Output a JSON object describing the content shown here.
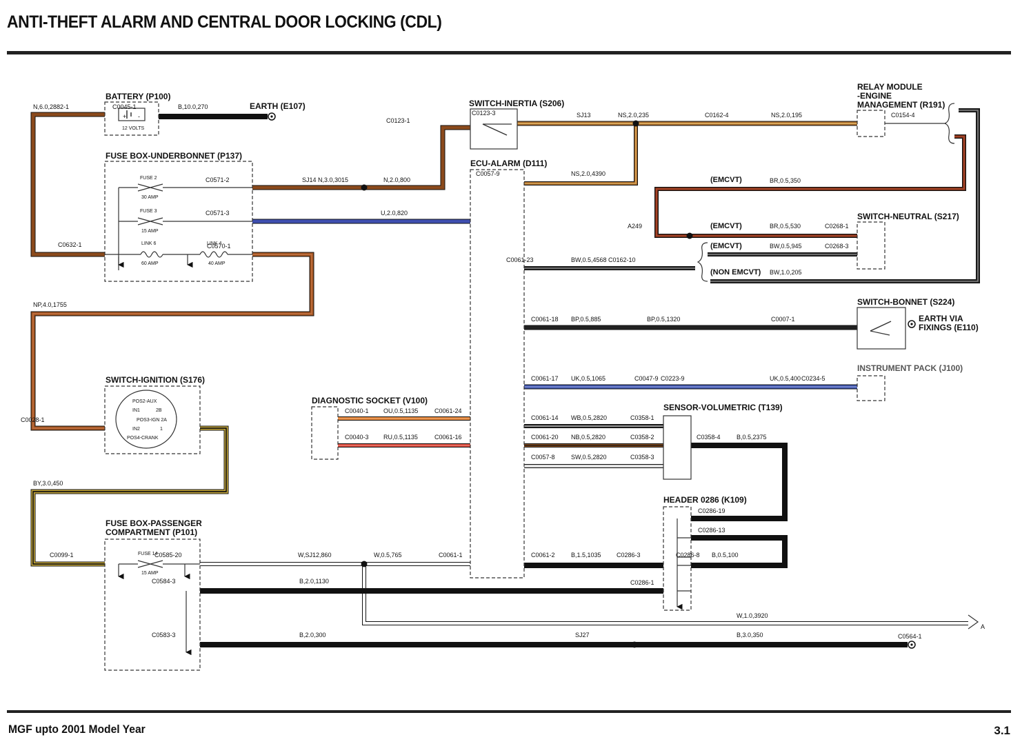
{
  "title": "ANTI-THEFT ALARM AND CENTRAL DOOR LOCKING (CDL)",
  "footer": {
    "model": "MGF upto 2001 Model Year",
    "page": "3.1"
  },
  "colors": {
    "N": "#8b4a1c",
    "NP": "#a0521e",
    "B": "#111111",
    "U": "#3f4fb0",
    "UK": "#3f56b0",
    "NS": "#a86a2a",
    "BR": "#6b2a16",
    "BY": "#c8a93a",
    "OU": "#e0843a",
    "RU": "#d8463a",
    "W": "#ffffff",
    "BW": "#222222",
    "WB": "#222222",
    "NB": "#8a4f22",
    "SW": "#cccccc",
    "BP": "#222222"
  },
  "components": {
    "battery": "BATTERY (P100)",
    "earth_e107": "EARTH (E107)",
    "fuse_underbonnet": "FUSE BOX-UNDERBONNET (P137)",
    "switch_ignition": "SWITCH-IGNITION (S176)",
    "fuse_passenger_1": "FUSE BOX-PASSENGER",
    "fuse_passenger_2": "COMPARTMENT (P101)",
    "diagnostic": "DIAGNOSTIC SOCKET (V100)",
    "switch_inertia": "SWITCH-INERTIA (S206)",
    "ecu_alarm": "ECU-ALARM (D111)",
    "relay_1": "RELAY MODULE",
    "relay_2": "-ENGINE",
    "relay_3": "MANAGEMENT (R191)",
    "switch_neutral": "SWITCH-NEUTRAL (S217)",
    "switch_bonnet": "SWITCH-BONNET (S224)",
    "earth_fixings_1": "EARTH VIA",
    "earth_fixings_2": "FIXINGS (E110)",
    "instrument_pack": "INSTRUMENT PACK (J100)",
    "sensor_volumetric": "SENSOR-VOLUMETRIC (T139)",
    "header_0286": "HEADER 0286 (K109)"
  },
  "labels": {
    "battery_volts": "12 VOLTS",
    "battery_plus": "+",
    "battery_minus": "-",
    "fuse2": "FUSE 2",
    "fuse2_amp": "30 AMP",
    "fuse3": "FUSE 3",
    "fuse3_amp": "15 AMP",
    "link6": "LINK 6",
    "link6_amp": "60 AMP",
    "link4": "LINK 4",
    "link4_amp": "40 AMP",
    "fuse14": "FUSE 14",
    "fuse14_amp": "15 AMP",
    "ign_pos2": "POS2-AUX",
    "ign_in1": "IN1",
    "ign_2b": "2B",
    "ign_pos3": "POS3-IGN 2A",
    "ign_in2": "IN2",
    "ign_1": "1",
    "ign_pos4": "POS4-CRANK",
    "emcvt1": "(EMCVT)",
    "emcvt2": "(EMCVT)",
    "emcvt3": "(EMCVT)",
    "non_emcvt": "(NON EMCVT)",
    "arrow_a": "A"
  },
  "connectors": {
    "c0282_1": "N,6.0,2882-1",
    "c0045_1": "C0045-1",
    "b_10_270": "B,10.0,270",
    "c0123_1": "C0123-1",
    "c0123_3": "C0123-3",
    "sj13": "SJ13",
    "ns_2_235": "NS,2.0,235",
    "c0162_4": "C0162-4",
    "ns_2_195": "NS,2.0,195",
    "c0154_4": "C0154-4",
    "c0571_2": "C0571-2",
    "sj14": "SJ14 N,3.0,3015",
    "n_2_800": "N,2.0,800",
    "c0057_9a": "C0057-9",
    "ns_2_4390": "NS,2.0,4390",
    "c0571_3": "C0571-3",
    "u_2_820": "U,2.0,820",
    "br_05_350": "BR,0.5,350",
    "a249": "A249",
    "br_05_530": "BR,0.5,530",
    "c0268_1": "C0268-1",
    "c0632_1": "C0632-1",
    "c0570_1": "C0570-1",
    "bw_05_945": "BW,0.5,945",
    "c0268_3": "C0268-3",
    "c0061_23": "C0061-23",
    "bw_05_4568": "BW,0.5,4568",
    "c0162_10": "C0162-10",
    "bw_10_205": "BW,1.0,205",
    "np_4_1755": "NP,4.0,1755",
    "c0061_18": "C0061-18",
    "bp_05_885": "BP,0.5,885",
    "bp_05_1320": "BP,0.5,1320",
    "c0007_1": "C0007-1",
    "c0061_17": "C0061-17",
    "uk_05_1065": "UK,0.5,1065",
    "c0047_9": "C0047-9",
    "c0223_9": "C0223-9",
    "uk_05_400": "UK,0.5,400",
    "c0234_5": "C0234-5",
    "c0028_1": "C0028-1",
    "c0040_1": "C0040-1",
    "ou_05_1135": "OU,0.5,1135",
    "c0061_24": "C0061-24",
    "c0040_3": "C0040-3",
    "ru_05_1135": "RU,0.5,1135",
    "c0061_16": "C0061-16",
    "c0061_14": "C0061-14",
    "wb_05_2820": "WB,0.5,2820",
    "c0358_1": "C0358-1",
    "c0061_20": "C0061-20",
    "nb_05_2820": "NB,0.5,2820",
    "c0358_2": "C0358-2",
    "c0057_8": "C0057-8",
    "sw_05_2820": "SW,0.5,2820",
    "c0358_3": "C0358-3",
    "c0358_4": "C0358-4",
    "b_05_2375": "B,0.5,2375",
    "by_3_450": "BY,3.0,450",
    "c0286_19": "C0286-19",
    "c0286_13": "C0286-13",
    "c0099_1": "C0099-1",
    "c0585_20": "C0585-20",
    "ws_12_860": "W,SJ12,860",
    "w_05_765": "W,0.5,765",
    "c0061_1": "C0061-1",
    "c0061_2": "C0061-2",
    "b_15_1035": "B,1.5,1035",
    "c0286_3": "C0286-3",
    "c0286_8": "C0286-8",
    "b_05_100": "B,0.5,100",
    "c0584_3": "C0584-3",
    "b_2_1130": "B,2.0,1130",
    "c0286_1": "C0286-1",
    "w_1_3920": "W,1.0,3920",
    "c0583_3": "C0583-3",
    "b_2_300": "B,2.0,300",
    "sj27": "SJ27",
    "b_3_350": "B,3.0,350",
    "c0564_1": "C0564-1"
  }
}
